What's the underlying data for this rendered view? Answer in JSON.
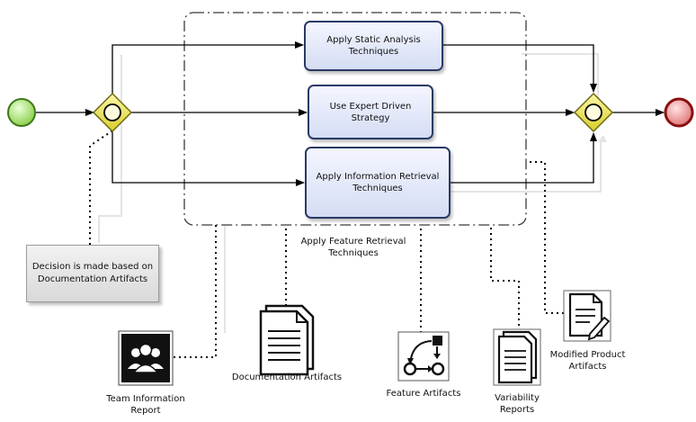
{
  "tasks": {
    "static_analysis": "Apply Static Analysis\nTechniques",
    "expert_driven": "Use Expert Driven\nStrategy",
    "information_retrieval": "Apply Information Retrieval\nTechniques"
  },
  "group_label": "Apply Feature Retrieval\nTechniques",
  "annotation": "Decision is made based on\nDocumentation Artifacts",
  "artifacts": {
    "team_information_report": "Team Information\nReport",
    "documentation_artifacts": "Documentation Artifacts",
    "feature_artifacts": "Feature Artifacts",
    "variability_reports": "Variability\nReports",
    "modified_product_artifacts": "Modified Product\nArtifacts"
  },
  "colors": {
    "start_event": "#8fd14f",
    "end_event": "#d9534f",
    "gateway": "#e8e04a",
    "task_border": "#2a3a66"
  }
}
